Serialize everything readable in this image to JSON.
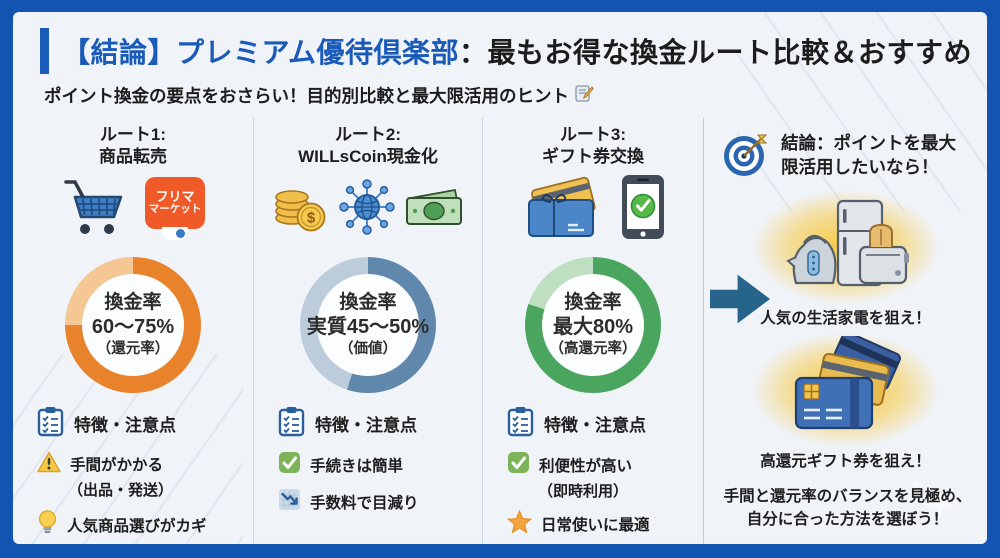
{
  "colors": {
    "frame_blue": "#1254b0",
    "card_bg": "#f0f3f8",
    "title_blue": "#1a5ab8",
    "text_dark": "#1c1c1c",
    "divider": "#c6d3e2",
    "arrow_blue": "#26648c",
    "glow_yellow": "#f7c736"
  },
  "header": {
    "title_highlight": "【結論】プレミアム優待倶楽部",
    "title_rest": "：最もお得な換金ルート比較＆おすすめ",
    "subtitle": "ポイント換金の要点をおさらい！目的別比較と最大限活用のヒント",
    "subtitle_icon": "memo-pencil-icon"
  },
  "routes": [
    {
      "label_line1": "ルート1:",
      "label_line2": "商品転売",
      "icons": [
        "shopping-cart-icon",
        "flea-market-badge"
      ],
      "badge": {
        "line1": "フリマ",
        "line2": "マーケット"
      },
      "ring": {
        "percent": 75,
        "color": "#e8832c",
        "track": "#f4c795",
        "line1": "換金率",
        "line2": "60〜75%",
        "line3": "（還元率）"
      },
      "features_heading": "特徴・注意点",
      "features": [
        {
          "icon": "warning-icon",
          "text": "手間がかかる",
          "sub": "（出品・発送）"
        },
        {
          "icon": "lightbulb-icon",
          "text": "人気商品選びがカギ",
          "sub": ""
        }
      ]
    },
    {
      "label_line1": "ルート2:",
      "label_line2": "WILLsCoin現金化",
      "icons": [
        "coins-icon",
        "network-icon",
        "banknote-icon"
      ],
      "ring": {
        "percent": 55,
        "color": "#5f88ac",
        "track": "#bdccdb",
        "line1": "換金率",
        "line2": "実質45〜50%",
        "line3": "（価値）"
      },
      "features_heading": "特徴・注意点",
      "features": [
        {
          "icon": "check-icon",
          "text": "手続きは簡単",
          "sub": ""
        },
        {
          "icon": "chart-down-icon",
          "text": "手数料で目減り",
          "sub": ""
        }
      ]
    },
    {
      "label_line1": "ルート3:",
      "label_line2": "ギフト券交換",
      "icons": [
        "gift-cards-icon",
        "phone-check-icon"
      ],
      "ring": {
        "percent": 80,
        "color": "#4aa55e",
        "track": "#bedfc1",
        "line1": "換金率",
        "line2": "最大80%",
        "line3": "（高還元率）"
      },
      "features_heading": "特徴・注意点",
      "features": [
        {
          "icon": "check-icon",
          "text": "利便性が高い",
          "sub": "（即時利用）"
        },
        {
          "icon": "star-icon",
          "text": "日常使いに最適",
          "sub": ""
        }
      ]
    }
  ],
  "conclusion": {
    "icon": "target-dart-icon",
    "heading_line1": "結論：ポイントを最大",
    "heading_line2": "限活用したいなら！",
    "target1_icon": "home-appliances-icon",
    "target1_caption": "人気の生活家電を狙え！",
    "target2_icon": "gift-cards-stack-icon",
    "target2_caption": "高還元ギフト券を狙え！",
    "arrow_icon": "right-arrow",
    "note_line1": "手間と還元率のバランスを見極め、",
    "note_line2": "自分に合った方法を選ぼう！"
  },
  "chart_data": [
    {
      "type": "donut-gauge",
      "title": "ルート1 商品転売 換金率",
      "value_label": "60〜75%",
      "percent": 75,
      "note": "還元率"
    },
    {
      "type": "donut-gauge",
      "title": "ルート2 WILLsCoin現金化 換金率",
      "value_label": "実質45〜50%",
      "percent": 55,
      "note": "価値"
    },
    {
      "type": "donut-gauge",
      "title": "ルート3 ギフト券交換 換金率",
      "value_label": "最大80%",
      "percent": 80,
      "note": "高還元率"
    }
  ]
}
